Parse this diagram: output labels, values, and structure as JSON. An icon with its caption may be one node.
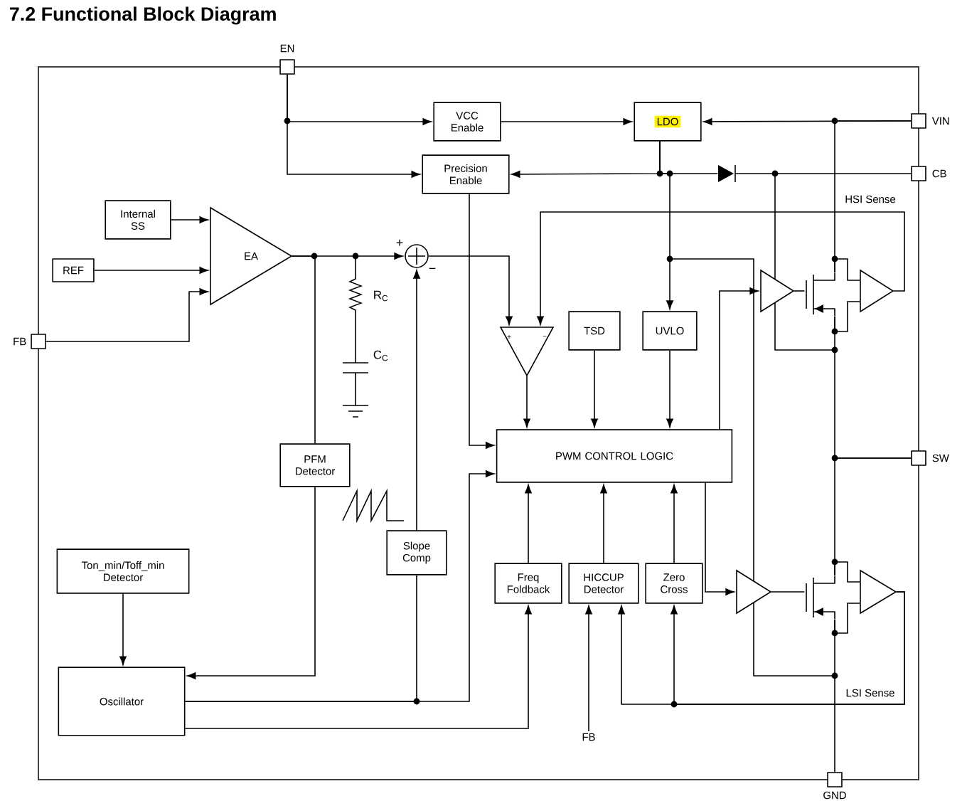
{
  "diagram": {
    "title": "7.2 Functional Block Diagram",
    "nodes": [
      {
        "text": [
          "EN"
        ]
      },
      {
        "text": [
          "VCC Enable"
        ]
      },
      {
        "text": [
          "LDO"
        ]
      },
      {
        "text": [
          "VIN"
        ]
      },
      {
        "text": [
          "Precision Enable"
        ]
      },
      {
        "text": [],
        "shape": "diode"
      },
      {
        "text": [
          "CB"
        ]
      },
      {
        "text": [
          "Internal SS"
        ]
      },
      {
        "text": [
          "REF"
        ]
      },
      {
        "text": [
          "EA"
        ]
      },
      {
        "text": [
          "FB"
        ]
      },
      {
        "text": [],
        "shape": "circle",
        "beside": [
          "+",
          "−"
        ]
      },
      {
        "text": [
          "+",
          "−"
        ]
      },
      {
        "text": [
          "TSD"
        ]
      },
      {
        "text": [
          "UVLO"
        ]
      },
      {
        "text": [],
        "shape": "triangle"
      },
      {
        "text": [],
        "shape": "transistor"
      },
      {
        "text": [],
        "shape": "triangle"
      },
      {
        "text": [
          "PFM Detector"
        ]
      },
      {
        "text": [
          "PWM CONTROL LOGIC"
        ]
      },
      {
        "text": [
          "SW"
        ]
      },
      {
        "text": [
          "Slope Comp"
        ]
      },
      {
        "text": [
          "Ton_min/Toff_min Detector"
        ]
      },
      {
        "text": [
          "Freq Foldback"
        ]
      },
      {
        "text": [
          "HICCUP Detector"
        ]
      },
      {
        "text": [
          "Zero Cross"
        ]
      },
      {
        "text": [],
        "shape": "triangle"
      },
      {
        "text": [],
        "shape": "transistor"
      },
      {
        "text": [],
        "shape": "triangle"
      },
      {
        "text": [
          "Oscillator"
        ]
      },
      {
        "text": [
          "FB"
        ]
      },
      {
        "text": [
          "GND"
        ]
      }
    ],
    "edges": [
      {
        "from": 0,
        "to": 1,
        "arrow": "to"
      },
      {
        "from": 0,
        "to": 4,
        "arrow": "to"
      },
      {
        "from": 1,
        "to": 2,
        "arrow": "to"
      },
      {
        "from": 3,
        "to": 2,
        "arrow": "to"
      },
      {
        "from": 2,
        "to": 4,
        "arrow": "to"
      },
      {
        "from": 2,
        "to": 5,
        "arrow": "none"
      },
      {
        "from": 5,
        "to": 6,
        "arrow": "none"
      },
      {
        "from": 2,
        "to": 14,
        "arrow": "to"
      },
      {
        "from": 3,
        "to": 16,
        "arrow": "none"
      },
      {
        "from": 16,
        "to": 20,
        "arrow": "none"
      },
      {
        "from": 27,
        "to": 20,
        "arrow": "none"
      },
      {
        "from": 27,
        "to": 31,
        "arrow": "none"
      },
      {
        "from": 15,
        "to": 16,
        "arrow": "none"
      },
      {
        "from": 16,
        "to": 17,
        "arrow": "none"
      },
      {
        "from": 26,
        "to": 27,
        "arrow": "none"
      },
      {
        "from": 27,
        "to": 28,
        "arrow": "none"
      },
      {
        "from": 7,
        "to": 9,
        "arrow": "to"
      },
      {
        "from": 8,
        "to": 9,
        "arrow": "to"
      },
      {
        "from": 10,
        "to": 9,
        "arrow": "to"
      },
      {
        "from": 9,
        "to": 11,
        "arrow": "to"
      },
      {
        "from": 9,
        "to": 18,
        "arrow": "none"
      },
      {
        "from": 18,
        "to": 29,
        "arrow": "to"
      },
      {
        "from": 21,
        "to": 11,
        "arrow": "to"
      },
      {
        "from": 29,
        "to": 21,
        "arrow": "none"
      },
      {
        "from": 29,
        "to": 19,
        "arrow": "to"
      },
      {
        "from": 29,
        "to": 23,
        "arrow": "to"
      },
      {
        "from": 22,
        "to": 29,
        "arrow": "to"
      },
      {
        "from": 11,
        "to": 12,
        "arrow": "to"
      },
      {
        "from": 17,
        "to": 12,
        "arrow": "to",
        "label": "HSI Sense"
      },
      {
        "from": 4,
        "to": 19,
        "arrow": "to"
      },
      {
        "from": 12,
        "to": 19,
        "arrow": "to"
      },
      {
        "from": 13,
        "to": 19,
        "arrow": "to"
      },
      {
        "from": 14,
        "to": 19,
        "arrow": "to"
      },
      {
        "from": 23,
        "to": 19,
        "arrow": "to"
      },
      {
        "from": 24,
        "to": 19,
        "arrow": "to"
      },
      {
        "from": 25,
        "to": 19,
        "arrow": "to"
      },
      {
        "from": 19,
        "to": 15,
        "arrow": "to"
      },
      {
        "from": 19,
        "to": 26,
        "arrow": "to"
      },
      {
        "from": 28,
        "to": 24,
        "arrow": "to",
        "label": "LSI Sense"
      },
      {
        "from": 28,
        "to": 25,
        "arrow": "to"
      },
      {
        "from": 30,
        "to": 24,
        "arrow": "to"
      }
    ],
    "labels": [
      "R$_{C}$",
      "C$_{C}$"
    ]
  }
}
